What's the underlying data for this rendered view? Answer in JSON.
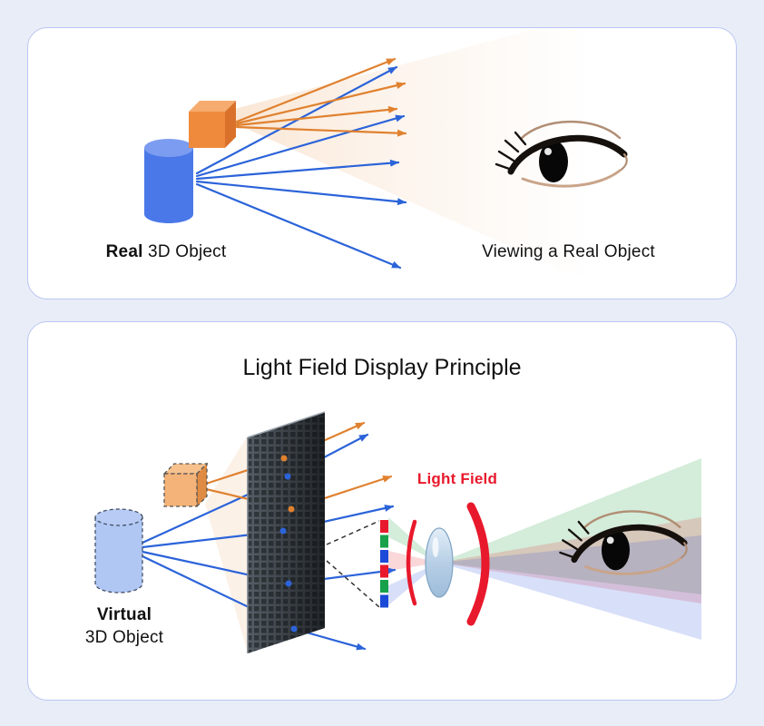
{
  "page": {
    "background": "#e9edf8"
  },
  "theme": {
    "card_border": "#b9c7f1",
    "card_background": "#ffffff",
    "orange_ray": "#e0812f",
    "blue_ray": "#2b63d9",
    "red_accent": "#e8192c",
    "text_color": "#111111"
  },
  "real_panel": {
    "object_label_bold": "Real",
    "object_label_rest": " 3D Object",
    "caption": "Viewing a Real Object"
  },
  "light_field_panel": {
    "title": "Light Field Display Principle",
    "field_label": "Light Field",
    "object_label_bold": "Virtual",
    "object_label_rest": "3D Object",
    "subpixel_colors": [
      "#e8192c",
      "#18a14a",
      "#1b49d8",
      "#e8192c",
      "#18a14a",
      "#1b49d8"
    ]
  }
}
